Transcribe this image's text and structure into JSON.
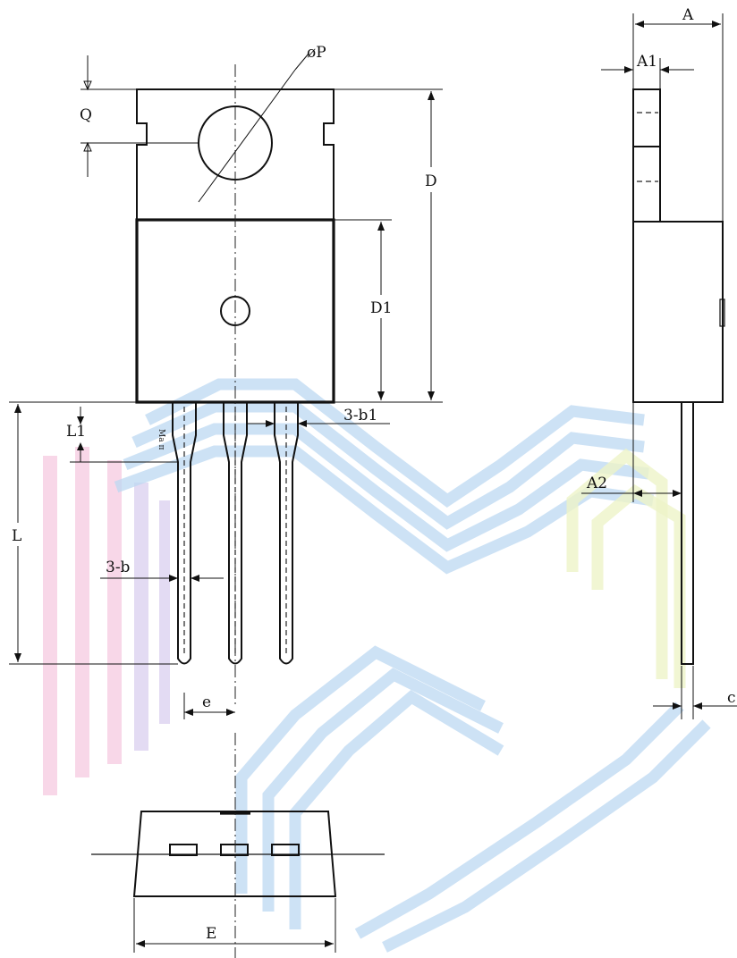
{
  "labels": {
    "Q": "Q",
    "phiP": "øP",
    "D": "D",
    "D1": "D1",
    "A": "A",
    "A1": "A1",
    "A2": "A2",
    "L1": "L1",
    "L": "L",
    "b": "3-b",
    "b1": "3-b1",
    "e": "e",
    "E": "E",
    "c": "c",
    "pin_mark": "Ma π"
  },
  "colors": {
    "line": "#111111",
    "watermark_blue": "#bcd8f2",
    "watermark_pink": "#f5c6de",
    "watermark_purple": "#d7ccee",
    "watermark_yellow": "#eef4c8"
  }
}
